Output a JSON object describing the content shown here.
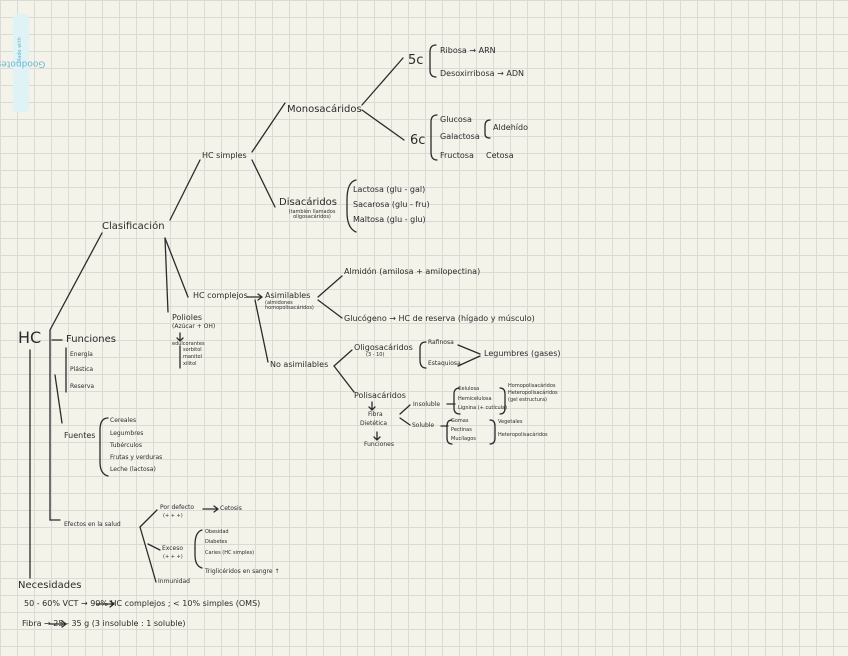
{
  "watermark": {
    "made_with": "Made with",
    "brand": "Goodnotes"
  },
  "root": "HC",
  "clasificacion": {
    "label": "Clasificación",
    "simples": {
      "label": "HC simples",
      "mono": {
        "label": "Monosacáridos",
        "c5": {
          "label": "5c",
          "items": [
            "Ribosa → ARN",
            "Desoxirribosa → ADN"
          ]
        },
        "c6": {
          "label": "6c",
          "items": [
            "Glucosa",
            "Galactosa",
            "Fructosa"
          ],
          "aldehido": "Aldehído",
          "cetosa": "Cetosa"
        }
      },
      "di": {
        "label": "Disacáridos",
        "sub": "(también llamados oligosacáridos)",
        "items": [
          "Lactosa (glu - gal)",
          "Sacarosa (glu - fru)",
          "Maltosa (glu - glu)"
        ]
      }
    },
    "polioles": {
      "label": "Polioles",
      "sub": "(Azúcar + OH)",
      "list": [
        "edulcorantes",
        "sorbitol",
        "manitol",
        "xilitol"
      ]
    },
    "complejos": {
      "label": "HC complejos",
      "asim": {
        "label": "Asimilables",
        "sub": "(almidones homopolisacáridos)",
        "almidon": "Almidón (amilosa + amilopectina)",
        "glucogeno": "Glucógeno → HC de reserva (hígado y músculo)"
      },
      "noasim": {
        "label": "No asimilables",
        "oligo": {
          "label": "Oligosacáridos",
          "sub": "(3 - 10)",
          "rafinosa": "Rafinosa",
          "estaquiosa": "Estaquiosa",
          "legumbres": "Legumbres (gases)"
        },
        "poli": {
          "label": "Polisacáridos",
          "fibra": [
            "Fibra",
            "Dietética",
            "Funciones"
          ],
          "insoluble": {
            "label": "Insoluble",
            "items": [
              "Celulosa",
              "Hemicelulosa",
              "Lignina (+ cutícula)"
            ],
            "notes": [
              "Homopolisacáridos",
              "Heteropolisacáridos",
              "(gel estructura)"
            ]
          },
          "soluble": {
            "label": "Soluble",
            "items": [
              "Gomas",
              "Pectinas",
              "Mucílagos"
            ],
            "notes": [
              "Vegetales",
              "Heteropolisacáridos"
            ]
          }
        }
      }
    }
  },
  "funciones": {
    "label": "Funciones",
    "items": [
      "Energía",
      "Plástica",
      "Reserva"
    ]
  },
  "fuentes": {
    "label": "Fuentes",
    "items": [
      "Cereales",
      "Legumbres",
      "Tubérculos",
      "Frutas y verduras",
      "Leche (lactosa)"
    ]
  },
  "efectos": {
    "label": "Efectos en la salud",
    "defecto": {
      "label": "Por defecto",
      "sub": "(+ + +)",
      "result": "Cetosis"
    },
    "exceso": {
      "label": "Exceso",
      "sub": "(+ + +)",
      "items": [
        "Obesidad",
        "Diabetes",
        "Caries (HC simples)",
        "Triglicéridos en sangre ↑"
      ]
    },
    "inmunidad": "Inmunidad"
  },
  "necesidades": {
    "label": "Necesidades",
    "line1": "50 - 60% VCT → 90% HC complejos ; < 10% simples (OMS)",
    "line2": "Fibra → 25 - 35 g (3 insoluble : 1 soluble)"
  }
}
